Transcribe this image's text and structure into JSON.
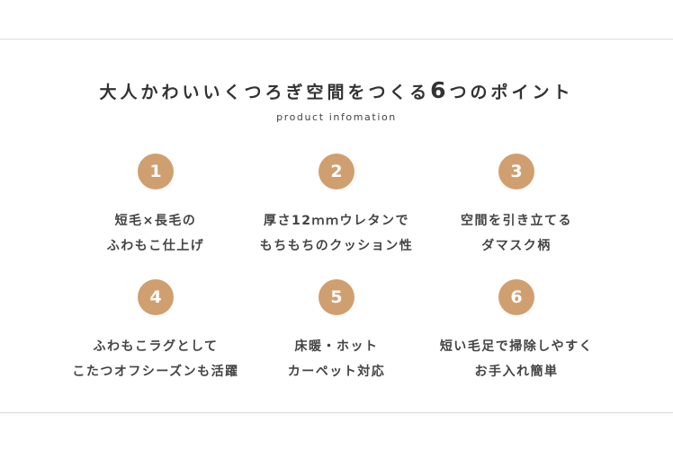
{
  "colors": {
    "accent": "#d09f6f"
  },
  "header": {
    "title_pre": "大人かわいいくつろぎ空間をつくる",
    "title_num": "6",
    "title_post": "つのポイント",
    "subtitle": "product infomation"
  },
  "points": [
    {
      "number": "1",
      "lines": [
        "短毛×長毛の",
        "ふわもこ仕上げ"
      ]
    },
    {
      "number": "2",
      "lines": [
        "厚さ12ｍｍウレタンで",
        "もちもちのクッション性"
      ]
    },
    {
      "number": "3",
      "lines": [
        "空間を引き立てる",
        "ダマスク柄"
      ]
    },
    {
      "number": "4",
      "lines": [
        "ふわもこラグとして",
        "こたつオフシーズンも活躍"
      ]
    },
    {
      "number": "5",
      "lines": [
        "床暖・ホット",
        "カーペット対応"
      ]
    },
    {
      "number": "6",
      "lines": [
        "短い毛足で掃除しやすく",
        "お手入れ簡単"
      ]
    }
  ]
}
